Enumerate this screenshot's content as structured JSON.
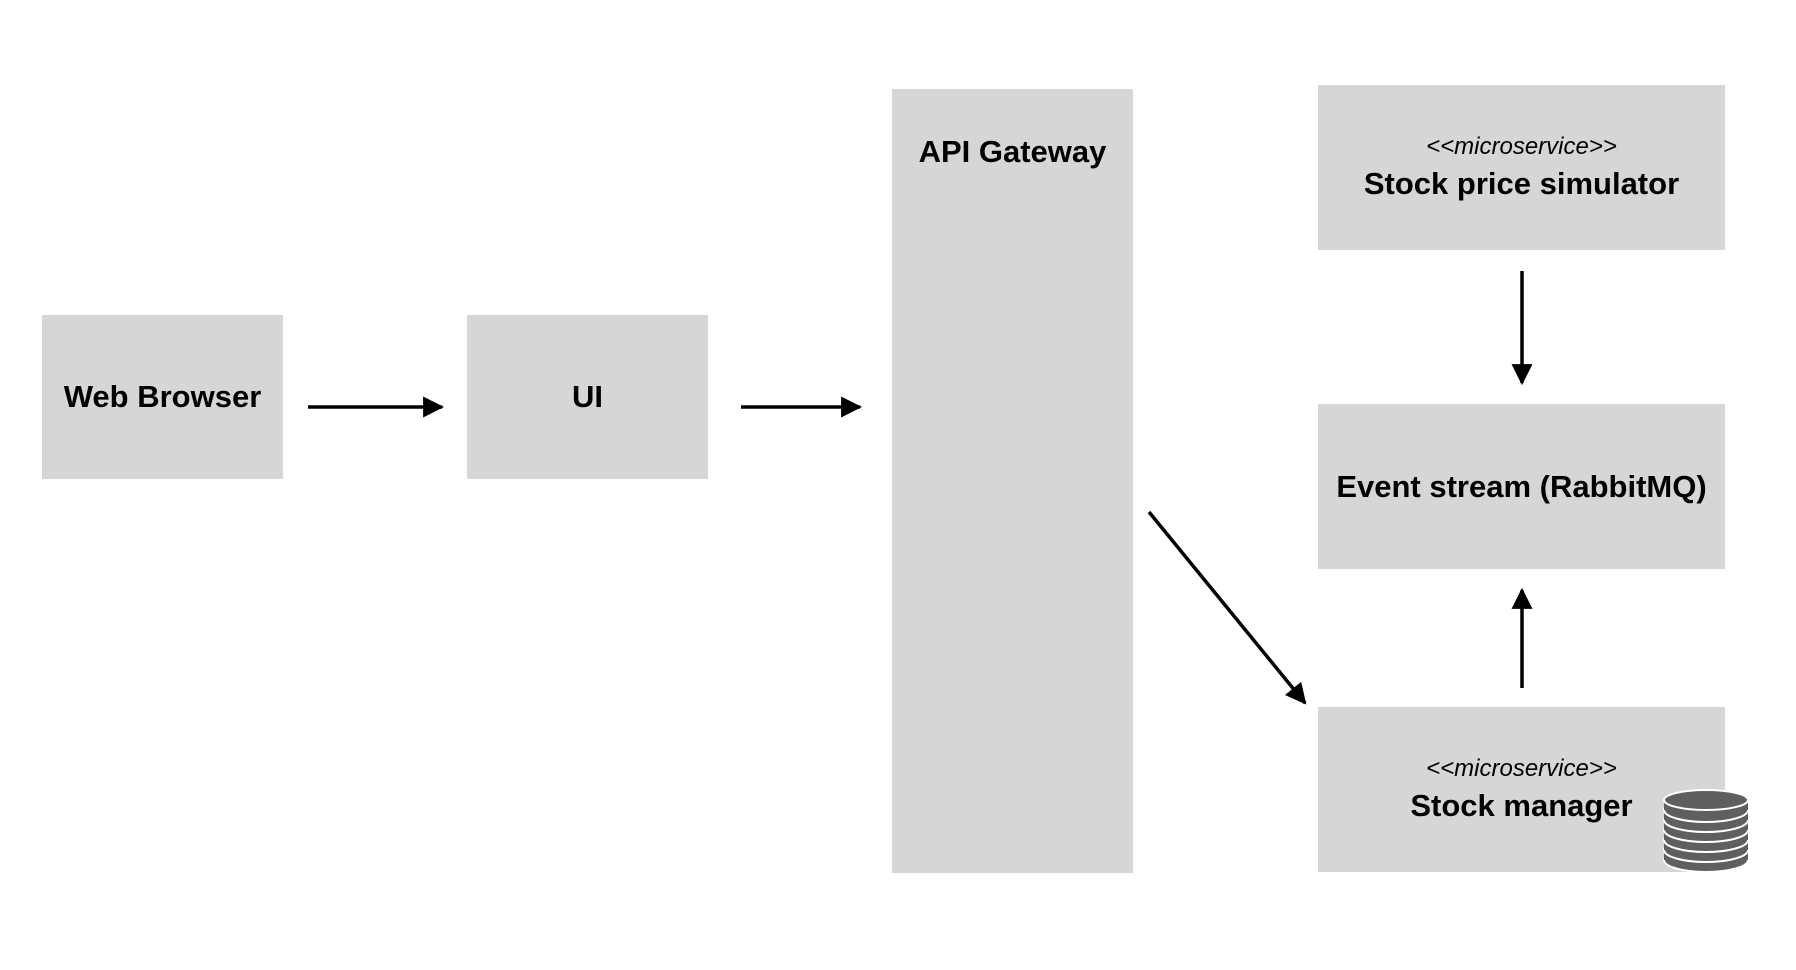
{
  "nodes": {
    "web_browser": {
      "label": "Web Browser"
    },
    "ui": {
      "label": "UI"
    },
    "api_gateway": {
      "label": "API Gateway"
    },
    "stock_price_simulator": {
      "stereotype": "<<microservice>>",
      "label": "Stock price simulator"
    },
    "event_stream": {
      "label": "Event stream (RabbitMQ)"
    },
    "stock_manager": {
      "stereotype": "<<microservice>>",
      "label": "Stock manager",
      "icon": "database-icon"
    }
  },
  "edges": [
    {
      "from": "Web Browser",
      "to": "UI"
    },
    {
      "from": "UI",
      "to": "API Gateway"
    },
    {
      "from": "API Gateway",
      "to": "Stock manager"
    },
    {
      "from": "Stock price simulator",
      "to": "Event stream (RabbitMQ)"
    },
    {
      "from": "Stock manager",
      "to": "Event stream (RabbitMQ)"
    }
  ],
  "colors": {
    "box_fill": "#d6d6d6",
    "arrow": "#000000",
    "database_fill": "#5f5f5f"
  }
}
